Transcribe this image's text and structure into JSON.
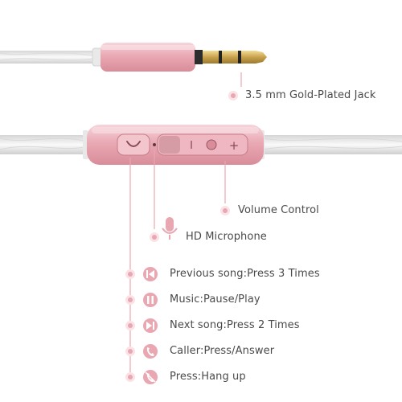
{
  "labels": {
    "jack": "3.5 mm Gold-Plated Jack",
    "volume": "Volume Control",
    "microphone": "HD Microphone"
  },
  "functions": [
    {
      "icon": "previous-icon",
      "text": "Previous song:Press 3 Times"
    },
    {
      "icon": "pause-icon",
      "text": "Music:Pause/Play"
    },
    {
      "icon": "next-icon",
      "text": "Next song:Press 2 Times"
    },
    {
      "icon": "phone-icon",
      "text": "Caller:Press/Answer"
    },
    {
      "icon": "hangup-icon",
      "text": "Press:Hang up"
    }
  ],
  "remote": {
    "minus": "I",
    "plus": "+"
  },
  "colors": {
    "accent": "#e8a7b1",
    "rose_gold": "#e9aab4",
    "cable": "#e6e6e6",
    "gold": "#c9a24f"
  }
}
